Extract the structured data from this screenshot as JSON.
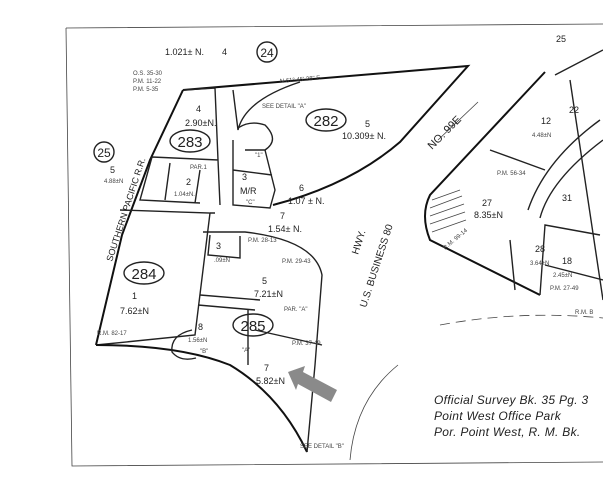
{
  "map": {
    "book_numbers": [
      "282",
      "283",
      "284",
      "285"
    ],
    "adjacent_books": [
      "24",
      "25"
    ],
    "parcels": [
      {
        "no": "4",
        "area": "1.021± N."
      },
      {
        "no": "4",
        "area": "2.90±N."
      },
      {
        "no": "5",
        "area": "10.309± N."
      },
      {
        "no": "2",
        "area": "1.04±N."
      },
      {
        "no": "5",
        "area": "4.88±N"
      },
      {
        "no": "3",
        "area": ""
      },
      {
        "no": "6",
        "area": "1.07 ± N."
      },
      {
        "no": "7",
        "area": "1.54± N."
      },
      {
        "no": "1",
        "area": "7.62±N"
      },
      {
        "no": "3",
        "area": ".09±N"
      },
      {
        "no": "5",
        "area": "7.21±N"
      },
      {
        "no": "8",
        "area": "1.56±N"
      },
      {
        "no": "7",
        "area": "5.82±N"
      },
      {
        "no": "12",
        "area": "4.48±N"
      },
      {
        "no": "27",
        "area": "8.35±N"
      },
      {
        "no": "28",
        "area": "3.64±N"
      },
      {
        "no": "18",
        "area": "2.45±N"
      },
      {
        "no": "22",
        "area": ""
      },
      {
        "no": "31",
        "area": ""
      },
      {
        "no": "25",
        "area": ""
      }
    ],
    "labels": {
      "ref_os": "O.S. 35-30",
      "ref_pm1": "P.M. 11-22",
      "ref_pm2": "P.M. 5-35",
      "railroad": "SOUTHERN   PACIFIC   R.R.",
      "highway": "U.S.   BUSINESS  80",
      "hwy": "HWY.",
      "freeway": "NO.  99E",
      "par1": "PAR.1",
      "mr": "M/R",
      "par_a": "PAR. \"A\"",
      "lot_a": "\"A\"",
      "lot_b": "\"B\"",
      "lot_c": "\"C\"",
      "lot_1": "\"1\"",
      "pm_28_13": "P.M. 28-13",
      "pm_29_43": "P.M. 29-43",
      "pm_37_49": "P.M. 37-49",
      "rm_82_17": "R.M. 82-17",
      "pm_56_34": "P.M. 56-34",
      "rm_99_14": "R.M. 99-14",
      "pm_27_49": "P.M. 27-49",
      "rm": "R.M. B",
      "see_detail_a": "SEE DETAIL \"A\"",
      "see_detail_b": "SEE DETAIL \"B\"",
      "bearing": "N 61° 45' 28\" E"
    },
    "caption": {
      "line1": "Official Survey Bk. 35 Pg. 3",
      "line2": "Point  West Office Park",
      "line3": "Por. Point West,  R. M. Bk."
    },
    "colors": {
      "ink": "#222222",
      "arrow": "#8a8a8a",
      "paper": "#ffffff"
    }
  }
}
